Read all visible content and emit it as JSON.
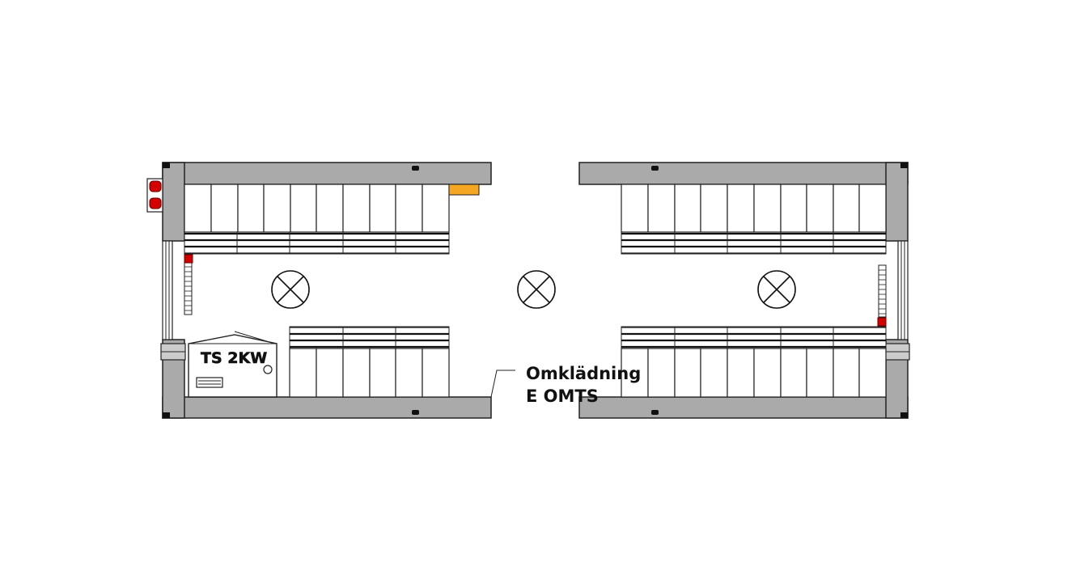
{
  "annotation": {
    "line1": "Omklädning",
    "line2": "E OMTS"
  },
  "heater": {
    "label": "TS 2KW"
  },
  "colors": {
    "wall": "#aaaaaa",
    "line": "#222222",
    "accent_red": "#d40000",
    "accent_orange": "#f5a623",
    "background": "#ffffff"
  },
  "left_room": {
    "top_lockers": 10,
    "bottom_lockers": 6
  },
  "right_room": {
    "top_lockers": 10,
    "bottom_lockers": 10
  },
  "icons": [
    "ceiling-light-icon",
    "ceiling-light-icon",
    "ceiling-light-icon",
    "radiator-icon",
    "door-icon",
    "electrical-outlet-icon"
  ]
}
